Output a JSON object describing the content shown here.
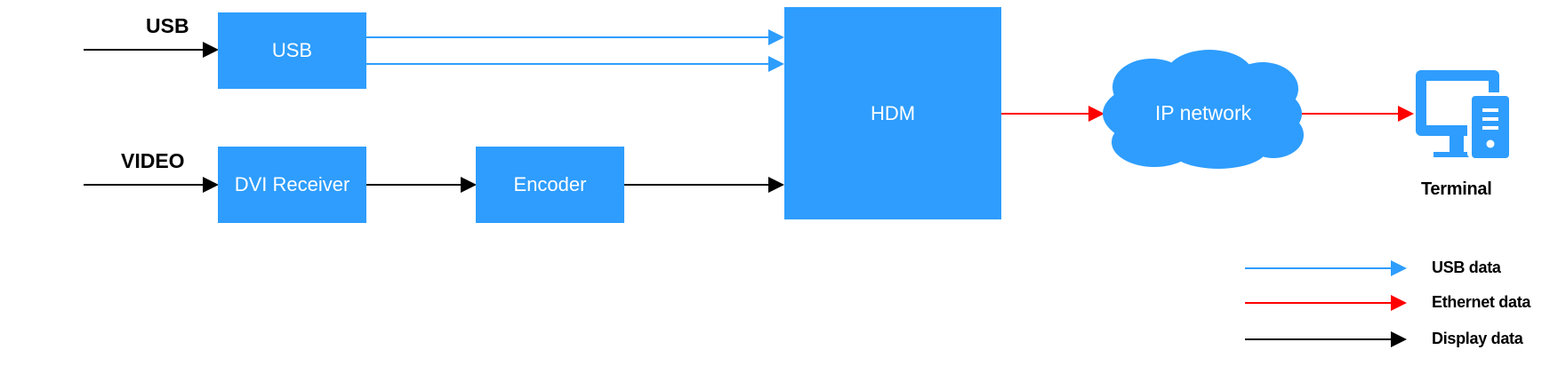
{
  "inputs": {
    "usb_label": "USB",
    "video_label": "VIDEO"
  },
  "blocks": {
    "usb": "USB",
    "dvi_receiver": "DVI Receiver",
    "encoder": "Encoder",
    "hdm": "HDM"
  },
  "cloud": {
    "label": "IP network"
  },
  "terminal": {
    "label": "Terminal"
  },
  "legend": [
    {
      "label": "USB data",
      "color": "#2e9dfd"
    },
    {
      "label": "Ethernet data",
      "color": "#ff0000"
    },
    {
      "label": "Display data",
      "color": "#000000"
    }
  ],
  "colors": {
    "block": "#2e9dfd",
    "usb_line": "#2e9dfd",
    "ethernet_line": "#ff0000",
    "display_line": "#000000"
  }
}
